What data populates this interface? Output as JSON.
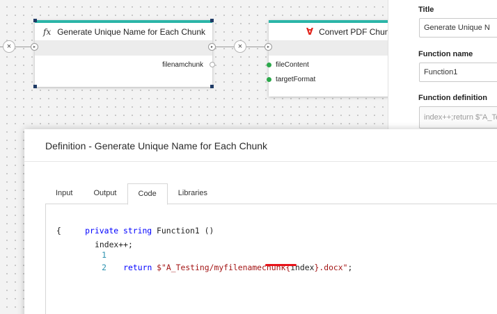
{
  "canvas": {
    "node1": {
      "icon": "function-icon",
      "title": "Generate Unique Name for Each Chunk",
      "output_label": "filenamchunk"
    },
    "node2": {
      "icon": "adobe-pdf-icon",
      "title": "Convert PDF Chun",
      "inputs": [
        "fileContent",
        "targetFormat"
      ]
    },
    "port_glyph": "▸",
    "remove_glyph": "×"
  },
  "properties": {
    "title_label": "Title",
    "title_value": "Generate Unique N",
    "function_name_label": "Function name",
    "function_name_value": "Function1",
    "function_definition_label": "Function definition",
    "function_definition_value": "index++;return $\"A_Te"
  },
  "dialog": {
    "title": "Definition - Generate Unique Name for Each Chunk",
    "tabs": [
      "Input",
      "Output",
      "Code",
      "Libraries"
    ],
    "active_tab": "Code",
    "code": {
      "sig_keywords": "private string",
      "sig_name": " Function1 ()",
      "open_brace": "{",
      "line1_num": "1",
      "line1_text": "index++;",
      "line2_num": "2",
      "line2_kw": "return",
      "line2_str_a": "$\"A_Testing/myfilenamechunk{",
      "line2_str_b": "index",
      "line2_str_c": "}.docx\"",
      "line2_end": ";"
    }
  },
  "colors": {
    "accent": "#2bb5a8",
    "keyword": "#0000ff",
    "string": "#a31515",
    "highlight": "#e8141a"
  }
}
